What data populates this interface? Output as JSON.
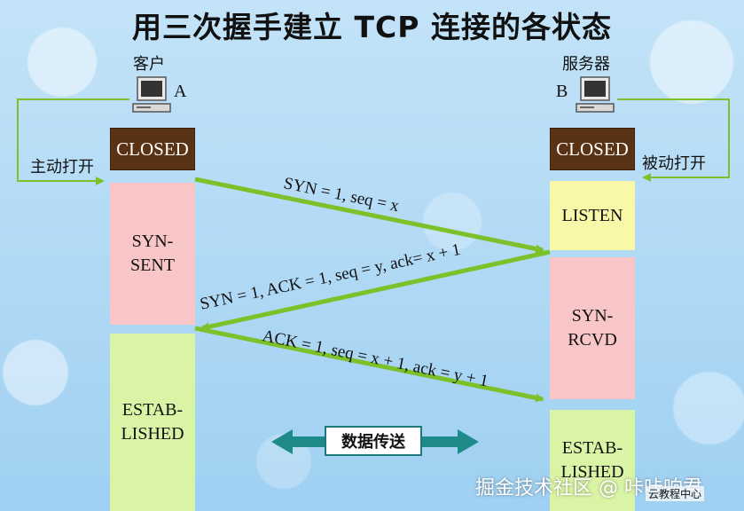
{
  "title": "用三次握手建立 TCP 连接的各状态",
  "client": {
    "label": "客户",
    "letter": "A",
    "open_label": "主动打开"
  },
  "server": {
    "label": "服务器",
    "letter": "B",
    "open_label": "被动打开"
  },
  "client_states": {
    "closed": "CLOSED",
    "syn_sent": "SYN-\nSENT",
    "established": "ESTAB-\nLISHED"
  },
  "server_states": {
    "closed": "CLOSED",
    "listen": "LISTEN",
    "syn_rcvd": "SYN-\nRCVD",
    "established": "ESTAB-\nLISHED"
  },
  "messages": {
    "m1": "SYN = 1, seq = x",
    "m2": "SYN = 1, ACK = 1, seq = y, ack= x + 1",
    "m3": "ACK = 1, seq = x + 1, ack = y + 1"
  },
  "data_transfer": "数据传送",
  "watermark": "掘金技术社区 @ 咔咔响君",
  "watermark_small": "云教程中心",
  "colors": {
    "closed": "#5a3214",
    "syn_sent": "#f8c6c6",
    "listen": "#f9f7a8",
    "established": "#d9f4a4",
    "arrow": "#7dc12a",
    "transfer_arrow": "#1e8a8a"
  }
}
